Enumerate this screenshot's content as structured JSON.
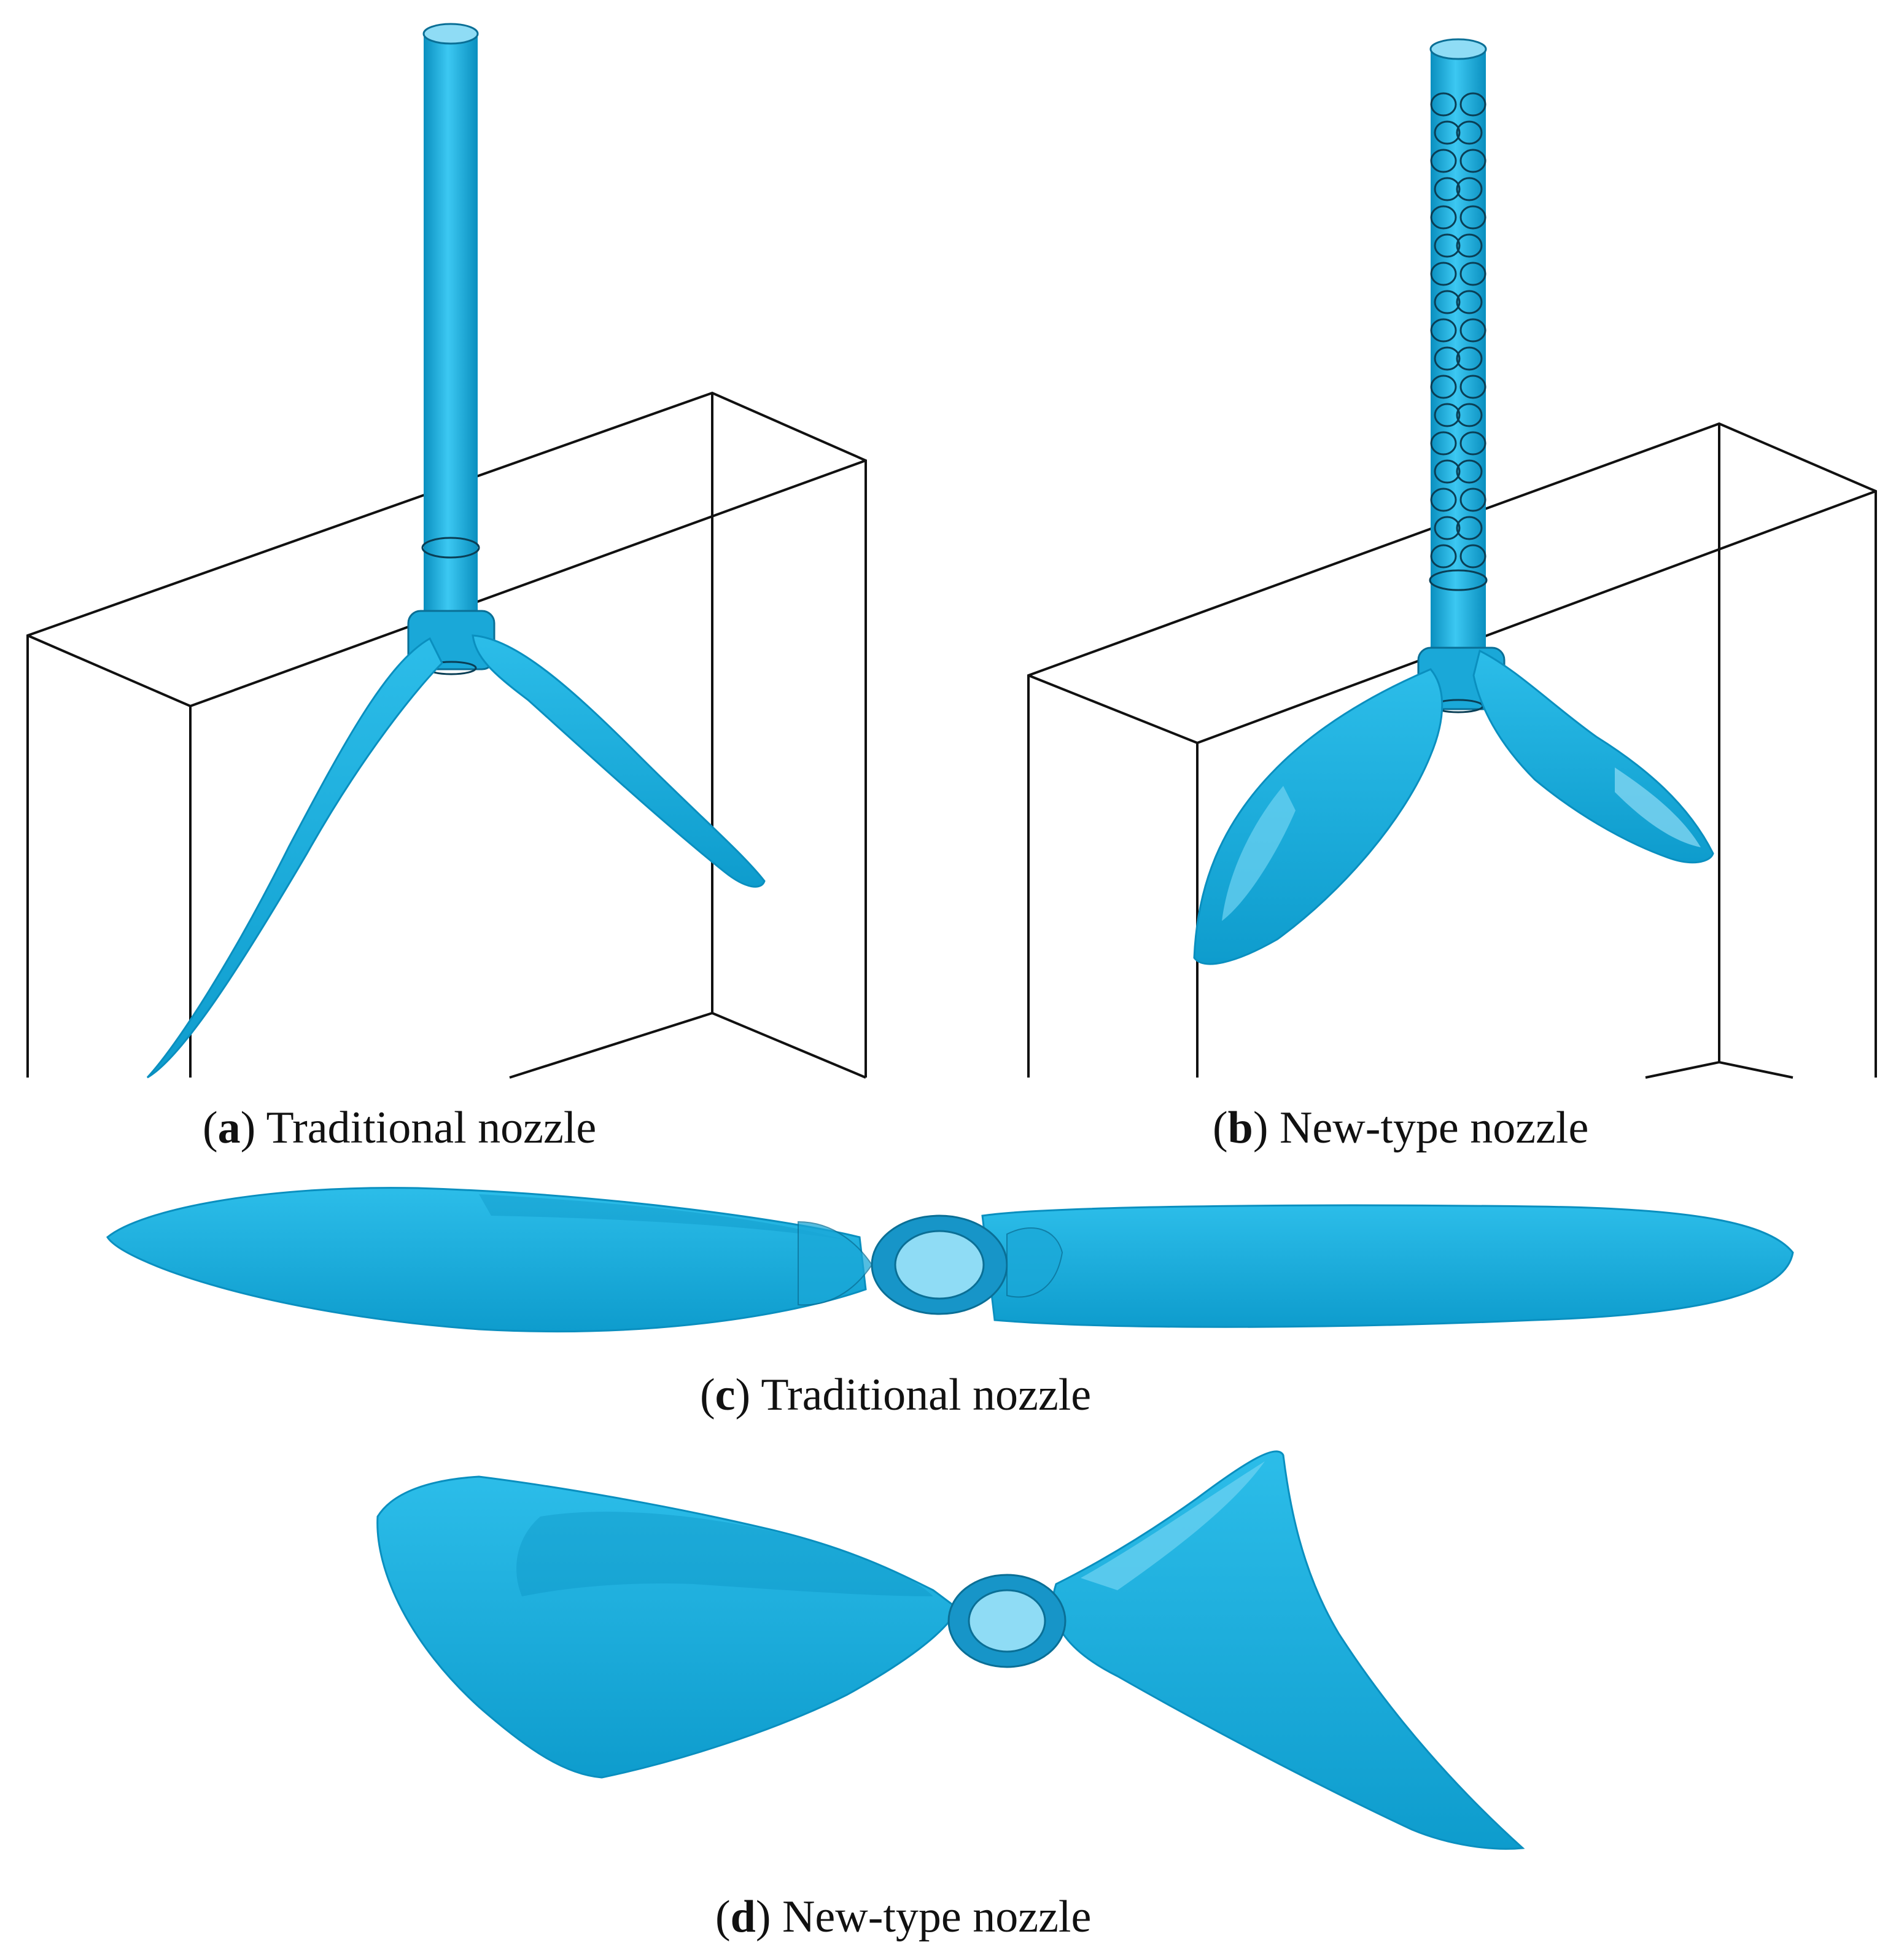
{
  "colors": {
    "jet": "#12aee0",
    "jet_light": "#3cc8f2",
    "jet_dark": "#0a8fbf",
    "jet_highlight": "#8fdcf5",
    "box_line": "#111111"
  },
  "panels": [
    {
      "letter": "a",
      "label": "Traditional nozzle"
    },
    {
      "letter": "b",
      "label": "New-type nozzle"
    },
    {
      "letter": "c",
      "label": "Traditional nozzle"
    },
    {
      "letter": "d",
      "label": "New-type nozzle"
    }
  ]
}
